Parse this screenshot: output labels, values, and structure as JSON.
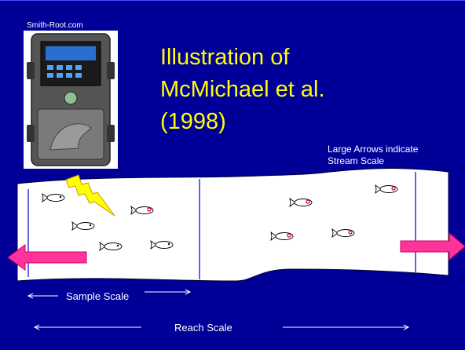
{
  "slide": {
    "credit": "Smith-Root.com",
    "title_lines": [
      "Illustration of",
      "McMichael et al.",
      "(1998)"
    ],
    "stream_note_lines": [
      "Large Arrows indicate",
      "Stream Scale"
    ],
    "sample_scale_label": "Sample Scale",
    "reach_scale_label": "Reach Scale"
  },
  "icons": {
    "device": "electrofisher-device-icon",
    "shock": "lightning-bolt-icon",
    "fish": "fish-icon",
    "arrow_left": "large-arrow-left-icon",
    "arrow_right": "large-arrow-right-icon"
  },
  "colors": {
    "background": "#000099",
    "title": "#ffff00",
    "text": "#ffffff",
    "stream": "#ffffff",
    "stream_arrow": "#ff3399",
    "bolt": "#ffff00",
    "section_line": "#0000cc",
    "marked_fish_eye": "#cc0033"
  }
}
